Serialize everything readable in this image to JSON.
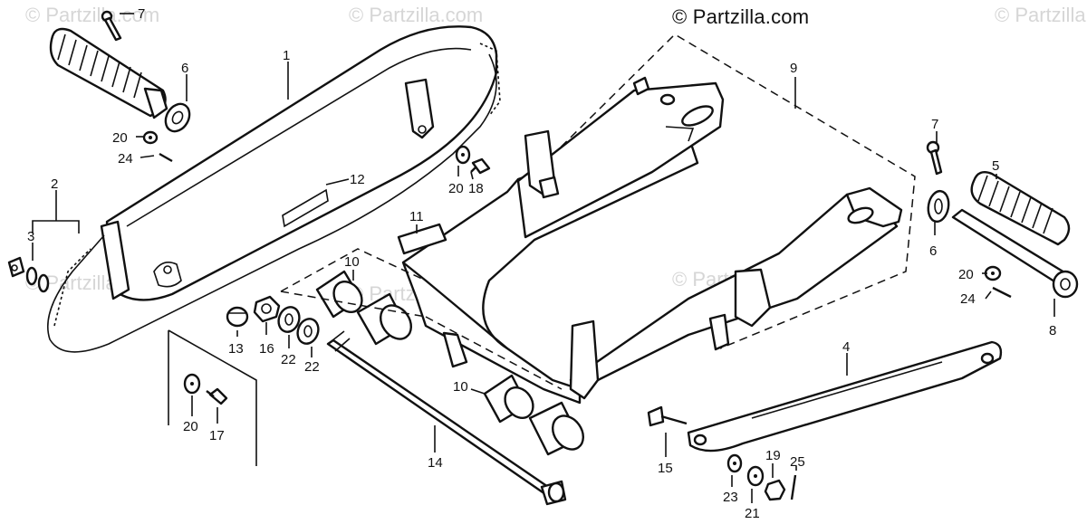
{
  "brand": "© Partzilla.com",
  "watermarks": [
    "© Partzilla.com",
    "© Partzilla.com",
    "© Partzilla.com",
    "© Partzilla.com",
    "© Partzilla.com",
    "© Partzilla.com"
  ],
  "callouts": {
    "p1": "1",
    "p2": "2",
    "p3": "3",
    "p4": "4",
    "p5": "5",
    "p6a": "6",
    "p6b": "6",
    "p7a": "7",
    "p7b": "7",
    "p8": "8",
    "p9": "9",
    "p10a": "10",
    "p10b": "10",
    "p11": "11",
    "p12": "12",
    "p13": "13",
    "p14": "14",
    "p15": "15",
    "p16": "16",
    "p17": "17",
    "p18": "18",
    "p19": "19",
    "p20a": "20",
    "p20b": "20",
    "p20c": "20",
    "p20d": "20",
    "p21": "21",
    "p22a": "22",
    "p22b": "22",
    "p23": "23",
    "p24a": "24",
    "p24b": "24",
    "p25": "25"
  }
}
